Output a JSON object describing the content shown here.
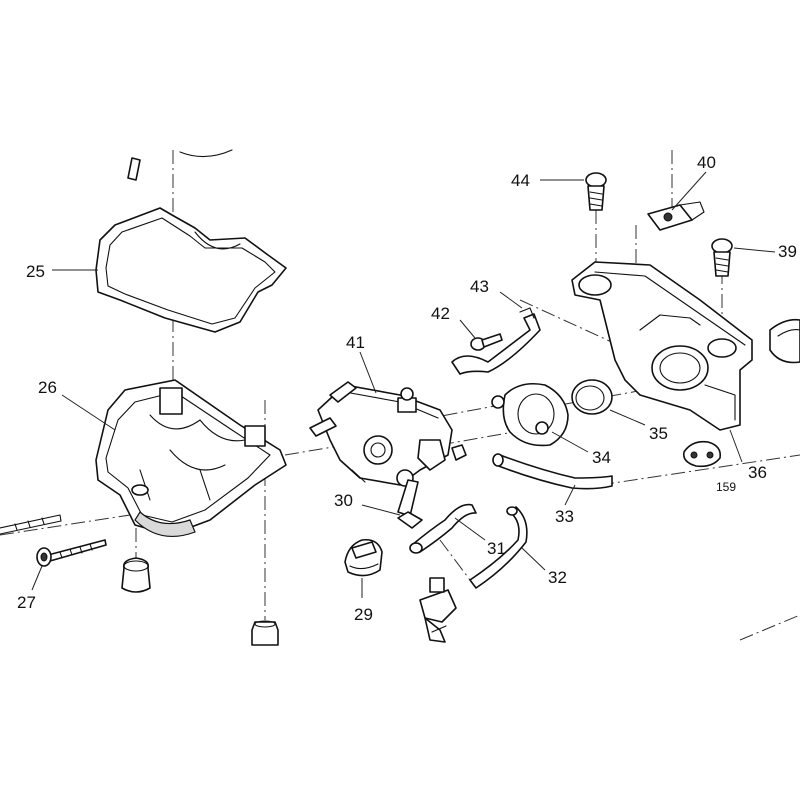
{
  "diagram": {
    "callouts": {
      "c25": "25",
      "c26": "26",
      "c27": "27",
      "c29": "29",
      "c30": "30",
      "c31": "31",
      "c32": "32",
      "c33": "33",
      "c34": "34",
      "c35": "35",
      "c36": "36",
      "c39": "39",
      "c40": "40",
      "c41": "41",
      "c42": "42",
      "c43": "43",
      "c44": "44",
      "c159": "159"
    }
  }
}
